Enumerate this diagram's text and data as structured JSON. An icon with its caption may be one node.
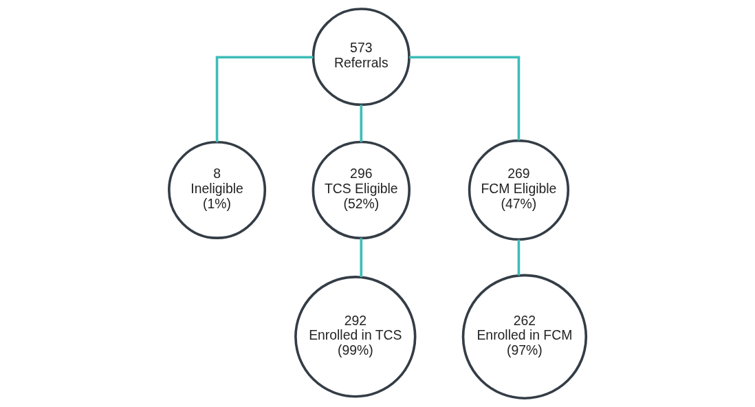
{
  "diagram": {
    "nodes": [
      {
        "text": [
          "573",
          "Referrals"
        ]
      },
      {
        "text": [
          "8",
          "Ineligible",
          "(1%)"
        ]
      },
      {
        "text": [
          "296",
          "TCS Eligible",
          "(52%)"
        ]
      },
      {
        "text": [
          "269",
          "FCM Eligible",
          "(47%)"
        ]
      },
      {
        "text": [
          "292",
          "Enrolled in TCS",
          "(99%)"
        ]
      },
      {
        "text": [
          "262",
          "Enrolled in FCM",
          "(97%)"
        ]
      }
    ],
    "edges": [
      {
        "from": 0,
        "to": 1,
        "arrow": "none"
      },
      {
        "from": 0,
        "to": 2,
        "arrow": "none"
      },
      {
        "from": 0,
        "to": 3,
        "arrow": "none"
      },
      {
        "from": 2,
        "to": 4,
        "arrow": "none"
      },
      {
        "from": 3,
        "to": 5,
        "arrow": "none"
      }
    ]
  }
}
